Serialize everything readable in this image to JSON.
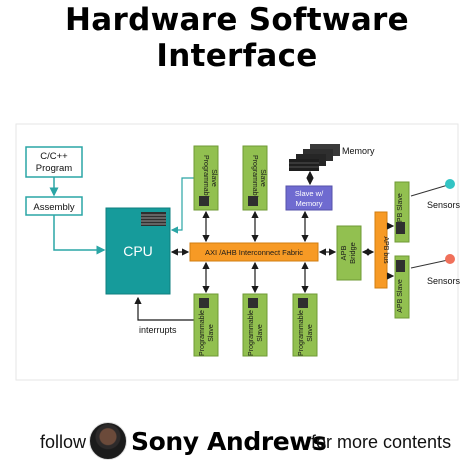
{
  "title": {
    "line1": "Hardware Software",
    "line2": "Interface"
  },
  "diagram": {
    "program": [
      "C/C++",
      "Program"
    ],
    "assembly": "Assembly",
    "cpu": "CPU",
    "interconnect": "AXI /AHB  Interconnect  Fabric",
    "prog_slave_top": [
      "Programmable",
      "Slave"
    ],
    "prog_slave_bottom": [
      "Programmable",
      "Slave"
    ],
    "memory_slave": [
      "Slave w/",
      "Memory"
    ],
    "memory_label": "Memory",
    "apb_bridge": [
      "APB",
      "Bridge"
    ],
    "apb_bus": "APB bus",
    "apb_slave_top": "APB Slave",
    "apb_slave_bottom": "APB Slave",
    "sensors_top": "Sensors",
    "sensors_bottom": "Sensors",
    "interrupts": "interrupts",
    "colors": {
      "green": "#92c050",
      "green_border": "#6f9a35",
      "orange": "#f79a25",
      "teal": "#169b9b",
      "purple": "#6f6bd0",
      "cyan_box": "#2aa5a5",
      "sensor_top": "#33c4c4",
      "sensor_bottom": "#f0705a"
    }
  },
  "footer": {
    "follow": "follow",
    "author": "Sony Andrews",
    "more": "for more contents"
  }
}
